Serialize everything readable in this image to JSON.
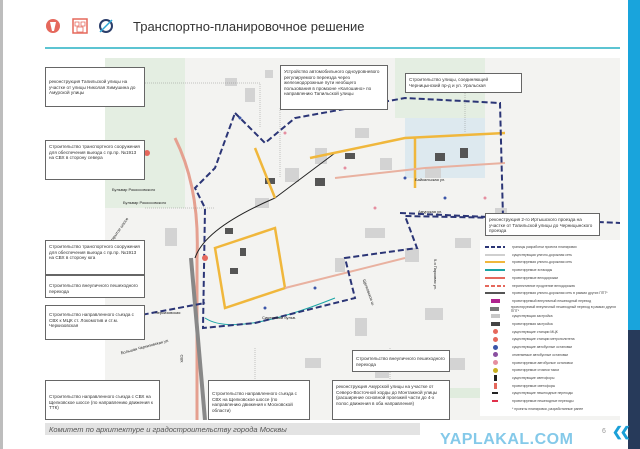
{
  "header": {
    "title": "Транспортно-планировочное решение",
    "logos": [
      "moscow-architecture-logo",
      "mka-logo",
      "genplan-institute-logo"
    ]
  },
  "callouts": [
    "реконструкция Тапильской улицы на участке от улицы Николая Химушина до Амурской улицы",
    "Устройство автомобильного одноуровневого регулируемого переезда через железнодорожные пути необщего пользования в промзоне «Калошино» по направлению Тапильской улицы",
    "Строительство улицы, соединяющей Черницынский пр-д и ул. Уральская",
    "Строительство транспортного сооружения для обеспечения выезда с пр.пр. №1913 на СВХ в сторону севера",
    "Строительство транспортного сооружения для обеспечения выезда с пр.пр. №1913 на СВХ в сторону юга",
    "Строительство внеуличного пешеходного перехода",
    "Строительство направленного съезда с СВХ к МЦК ст. Локомотив и ст.м. Черкизовская",
    "реконструкция 2-го Иртышского проезда на участке от Тапильской улицы до Черницынского проезда",
    "Строительство внеуличного пешеходного перехода",
    "Строительство направленного съезда с СВХ на Щелковское шоссе (по направлению движения к ТТК)",
    "Строительство направленного съезда с СВХ на Щелковское шоссе (по направлению движения к Московской области)",
    "реконструкция Амурской улицы на участке от Северо-Восточной хорды до Монтажной улицы (расширение основной проезжей части до 4-х полос движения в оба направления)"
  ],
  "map_labels": {
    "metro_1": "Бульвар Рокоссовского",
    "metro_2": "Бульвар Рокоссовского",
    "metro_3": "Черкизовская",
    "svh": "СВХ",
    "st1": "Байкальская ул.",
    "st2": "Амурская ул.",
    "st3": "Сиреневый бульв.",
    "st4": "9-я Парковая ул.",
    "st5": "Щелковское ш.",
    "st6": "Открытое шоссе",
    "st7": "Большая Черкизовская ул."
  },
  "legend": [
    {
      "label": "границы разработки проекта планировки",
      "symbol": "dash-navy",
      "color": "#2b3576"
    },
    {
      "label": "существующая улично-дорожная сеть",
      "symbol": "line",
      "color": "#cfcfcf"
    },
    {
      "label": "проектируемая улично-дорожная сеть",
      "symbol": "line",
      "color": "#f0b73c"
    },
    {
      "label": "проектируемые эстакады",
      "symbol": "line",
      "color": "#1aa5a5"
    },
    {
      "label": "проектируемые велодорожки",
      "symbol": "line",
      "color": "#e5685c"
    },
    {
      "label": "перспективное продление велодорожек",
      "symbol": "dash-red",
      "color": "#e5685c"
    },
    {
      "label": "проектируемая улично-дорожная сеть в рамках других ППТ*",
      "symbol": "line",
      "color": "#555555"
    },
    {
      "label": "проектируемый внеуличный пешеходный переход",
      "symbol": "box",
      "color": "#b0238f"
    },
    {
      "label": "проектируемый внеуличный пешеходный переход в рамках других ППТ*",
      "symbol": "box",
      "color": "#777777"
    },
    {
      "label": "существующая застройка",
      "symbol": "box",
      "color": "#c8c8c8"
    },
    {
      "label": "проектируемая застройка",
      "symbol": "box",
      "color": "#444444"
    },
    {
      "label": "существующие станции МЦК",
      "symbol": "circle",
      "color": "#e5685c"
    },
    {
      "label": "существующие станции метрополитена",
      "symbol": "circle",
      "color": "#e5685c"
    },
    {
      "label": "существующие автобусные остановки",
      "symbol": "circle",
      "color": "#3b55a8"
    },
    {
      "label": "отменяемые автобусные остановки",
      "symbol": "circle",
      "color": "#8a4fa0"
    },
    {
      "label": "проектируемые автобусные остановки",
      "symbol": "circle",
      "color": "#e58fa0"
    },
    {
      "label": "проектируемые стоянки такси",
      "symbol": "circle",
      "color": "#c9b020"
    },
    {
      "label": "существующие светофоры",
      "symbol": "light",
      "color": "#222222"
    },
    {
      "label": "проектируемые светофоры",
      "symbol": "light",
      "color": "#e5685c"
    },
    {
      "label": "существующие пешеходные переходы",
      "symbol": "bar",
      "color": "#222222"
    },
    {
      "label": "проектируемые пешеходные переходы",
      "symbol": "bar",
      "color": "#e0304a"
    },
    {
      "label": "* проекты планировки, разработанные ранее",
      "symbol": "none",
      "color": "#ffffff"
    }
  ],
  "footer": {
    "text": "Комитет по архитектуре и градостроительству города Москвы",
    "page_number": "6",
    "watermark": "YAPLAKAL.COM"
  },
  "colors": {
    "accent": "#19a4dc",
    "boundary": "#2b3576",
    "road": "#f0b73c",
    "rail": "#e5685c"
  }
}
